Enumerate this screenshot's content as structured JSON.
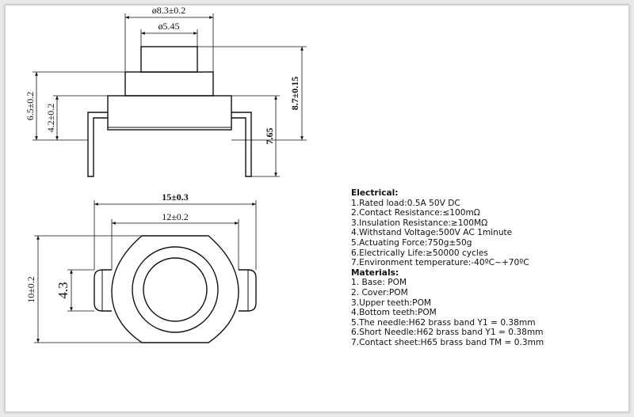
{
  "dimensions": {
    "top_width": "ø8.3±0.2",
    "plunger_width": "ø5.45",
    "height_total": "8.7±0.15",
    "height_left_outer": "6.5±0.2",
    "height_left_inner": "4.2±0.2",
    "pin_length": "7.65",
    "bottom_width": "15±0.3",
    "bottom_inner_width": "12±0.2",
    "bottom_height": "10±0.2",
    "bottom_tab": "4.3"
  },
  "specs": {
    "electrical_title": "Electrical:",
    "electrical": [
      "1.Rated load:0.5A 50V DC",
      "2.Contact Resistance:≤100mΩ",
      "3.Insulation Resistance:≥100MΩ",
      "4.Withstand Voltage:500V AC 1minute",
      "5.Actuating Force:750g±50g",
      "6.Electrically Life:≥50000 cycles",
      "7.Environment temperature:-40ºC~+70ºC"
    ],
    "materials_title": "Materials:",
    "materials": [
      "1. Base: POM",
      "2. Cover:POM",
      "3.Upper teeth:POM",
      "4.Bottom teeth:POM",
      "5.The needle:H62 brass band Y1 = 0.38mm",
      "6.Short Needle:H62 brass band Y1 = 0.38mm",
      "7.Contact sheet:H65 brass band TM = 0.3mm"
    ]
  },
  "colors": {
    "line": "#111111",
    "background": "#ffffff",
    "frame": "#e9e9e9"
  }
}
